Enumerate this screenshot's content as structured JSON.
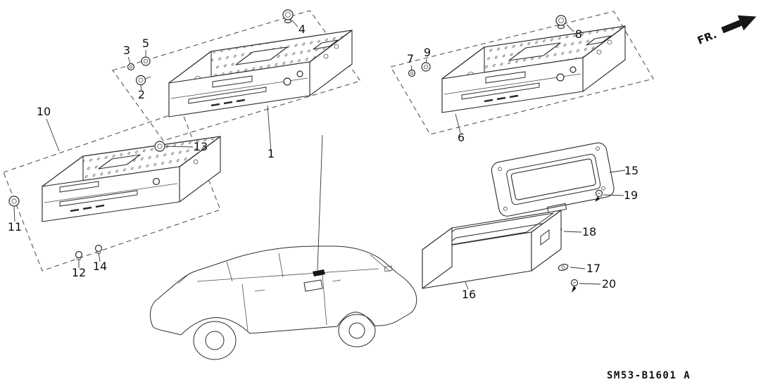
{
  "diagram": {
    "code": "SM53-B1601 A",
    "direction": "FR.",
    "part_numbers": [
      "1",
      "2",
      "3",
      "4",
      "5",
      "6",
      "7",
      "8",
      "9",
      "10",
      "11",
      "12",
      "13",
      "14",
      "15",
      "16",
      "17",
      "18",
      "19",
      "20"
    ]
  }
}
